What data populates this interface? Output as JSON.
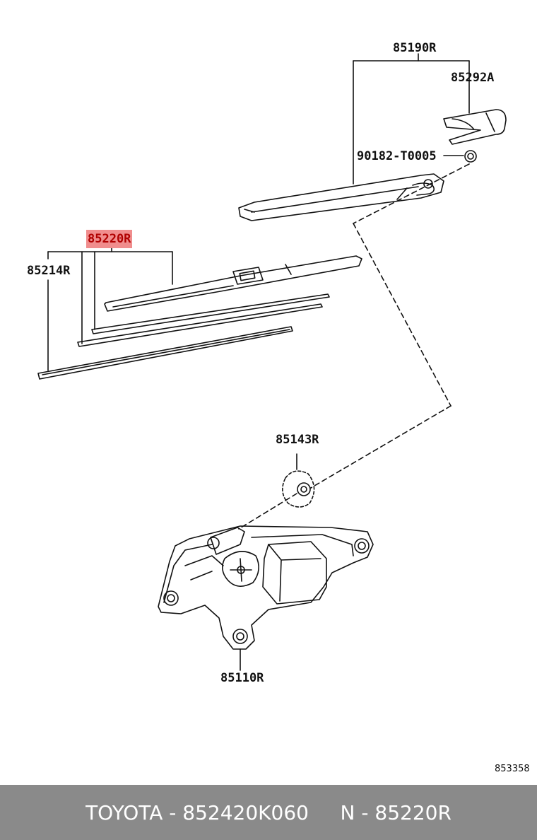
{
  "labels": {
    "p85190R": "85190R",
    "p85292A": "85292A",
    "p90182": "90182-T0005",
    "p85220R": "85220R",
    "p85214R": "85214R",
    "p85143R": "85143R",
    "p85110R": "85110R"
  },
  "ref_number": "853358",
  "footer": {
    "brand": "TOYOTA",
    "part_number": "852420K060",
    "ref_prefix": "N",
    "ref_part": "85220R"
  },
  "colors": {
    "highlight": "#f08d8d",
    "footer_bg": "#8a8a8a"
  }
}
